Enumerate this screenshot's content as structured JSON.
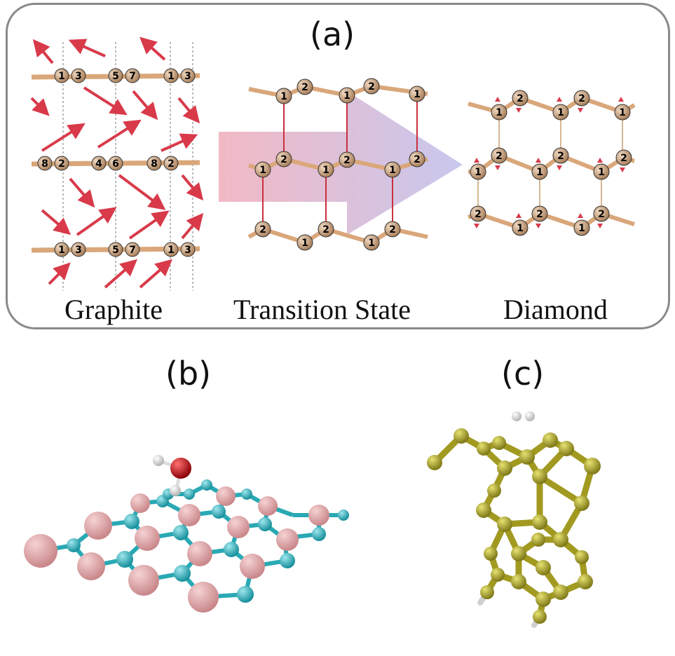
{
  "panel_a": {
    "label": "(a)",
    "captions": {
      "graphite": "Graphite",
      "transition": "Transition State",
      "diamond": "Diamond"
    }
  },
  "panel_b": {
    "label": "(b)"
  },
  "panel_c": {
    "label": "(c)"
  },
  "atom_numbers": {
    "graphite": [
      [
        "1",
        "3",
        "5",
        "7",
        "1",
        "3"
      ],
      [
        "8",
        "2",
        "4",
        "6",
        "8",
        "2"
      ],
      [
        "1",
        "3",
        "5",
        "7",
        "1",
        "3"
      ]
    ],
    "transition": [
      [
        "1",
        "2",
        "1",
        "2",
        "1"
      ],
      [
        "1",
        "2",
        "1",
        "2",
        "1",
        "2"
      ],
      [
        "2",
        "1",
        "2",
        "1",
        "2"
      ]
    ],
    "diamond": [
      [
        "1",
        "2",
        "1",
        "2",
        "1"
      ],
      [
        "1",
        "2",
        "1",
        "2",
        "1",
        "2"
      ],
      [
        "2",
        "1",
        "2",
        "1",
        "2"
      ]
    ]
  },
  "colors": {
    "border": "#8a8a8a",
    "bond_tan": "#d9a77a",
    "atom_tan": "#c79a73",
    "vector_red": "#d83a4a",
    "arrow_pink": "#f0b3bf",
    "arrow_lilac": "#c3c3ec",
    "boron_pink": "#e3a3a6",
    "nitrogen_cyan": "#2fb8c4",
    "oxygen_red": "#d00010",
    "hydrogen_white": "#f2f2f2",
    "silicon_olive": "#b5ae2c"
  }
}
